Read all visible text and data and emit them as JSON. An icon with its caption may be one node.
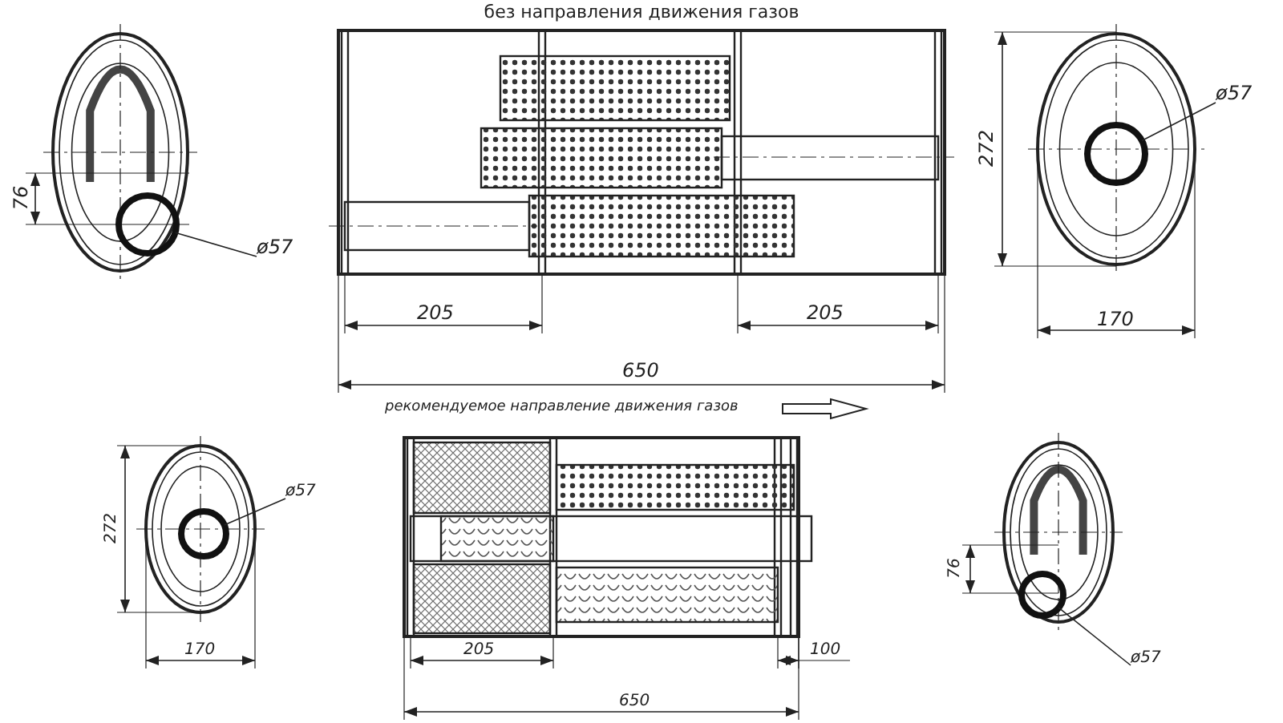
{
  "diagram": {
    "title": "без направления движения газов",
    "nodes": [
      {
        "text": [],
        "shape": "circle"
      },
      {
        "text": [
          "ø57"
        ]
      },
      {
        "text": [],
        "shape": "circle"
      },
      {
        "text": [
          "ø57"
        ]
      },
      {
        "text": [],
        "shape": "circle"
      },
      {
        "text": [
          "ø57"
        ]
      },
      {
        "text": [],
        "shape": "circle"
      },
      {
        "text": [
          "ø57"
        ]
      }
    ],
    "edges": [
      {
        "from": 1,
        "to": 0,
        "arrow": "none"
      },
      {
        "from": 3,
        "to": 2,
        "arrow": "none"
      },
      {
        "from": 5,
        "to": 4,
        "arrow": "none"
      },
      {
        "from": 7,
        "to": 6,
        "arrow": "none"
      }
    ],
    "labels": [
      "76",
      "205",
      "205",
      "650",
      "272",
      "170",
      "рекомендуемое направление движения газов",
      "272",
      "170",
      "205",
      "100",
      "650",
      "76"
    ]
  }
}
